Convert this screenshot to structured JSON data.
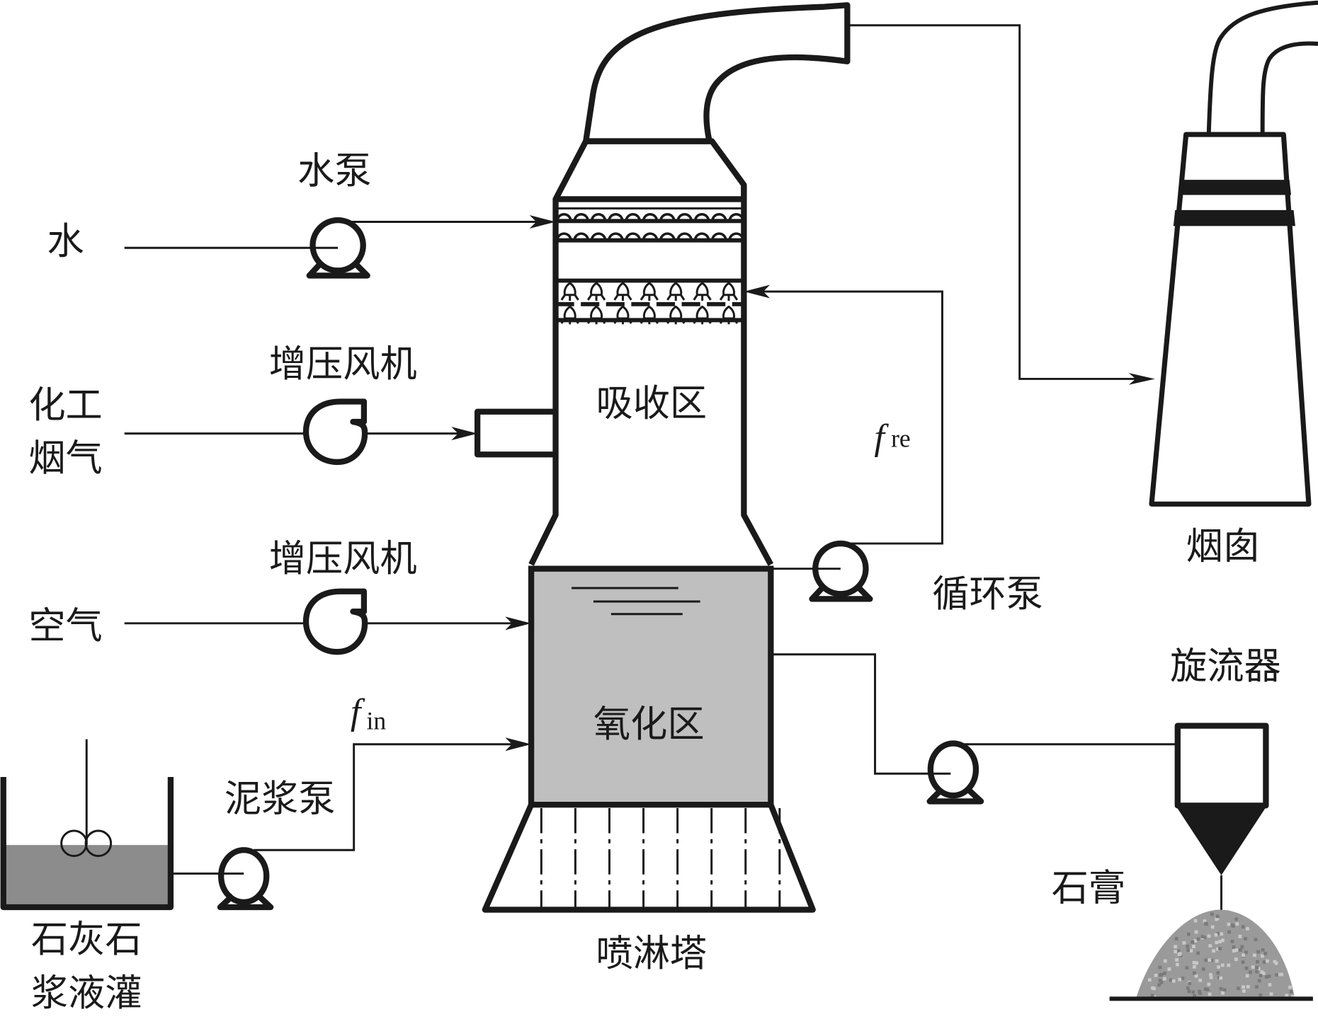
{
  "diagram": {
    "title": "石灰石-石膏湿法烟气脱硫工艺流程",
    "colors": {
      "line": "#1a1a1a",
      "oxidation_zone_fill": "#bfbfbf",
      "slurry_fill": "#8c8c8c",
      "gypsum_fill": "#9a9a9a",
      "background": "#ffffff"
    },
    "inputs": {
      "water": "水",
      "chemical_flue_gas_line1": "化工",
      "chemical_flue_gas_line2": "烟气",
      "air": "空气"
    },
    "equipment": {
      "water_pump": "水泵",
      "booster_fan_gas": "增压风机",
      "booster_fan_air": "增压风机",
      "slurry_pump": "泥浆泵",
      "circulation_pump": "循环泵",
      "cyclone": "旋流器",
      "chimney": "烟囱",
      "spray_tower": "喷淋塔",
      "limestone_tank_line1": "石灰石",
      "limestone_tank_line2": "浆液灌"
    },
    "zones": {
      "absorption": "吸收区",
      "oxidation": "氧化区"
    },
    "products": {
      "gypsum": "石膏"
    },
    "flows": {
      "recirculation": {
        "symbol": "f",
        "subscript": "re"
      },
      "inlet": {
        "symbol": "f",
        "subscript": "in"
      }
    },
    "counts": {
      "demister_circles_per_row": 11,
      "spray_nozzles_per_row": 7,
      "spray_nozzle_rows": 2,
      "demister_rows": 2,
      "basin_dashed_columns": 8
    }
  }
}
